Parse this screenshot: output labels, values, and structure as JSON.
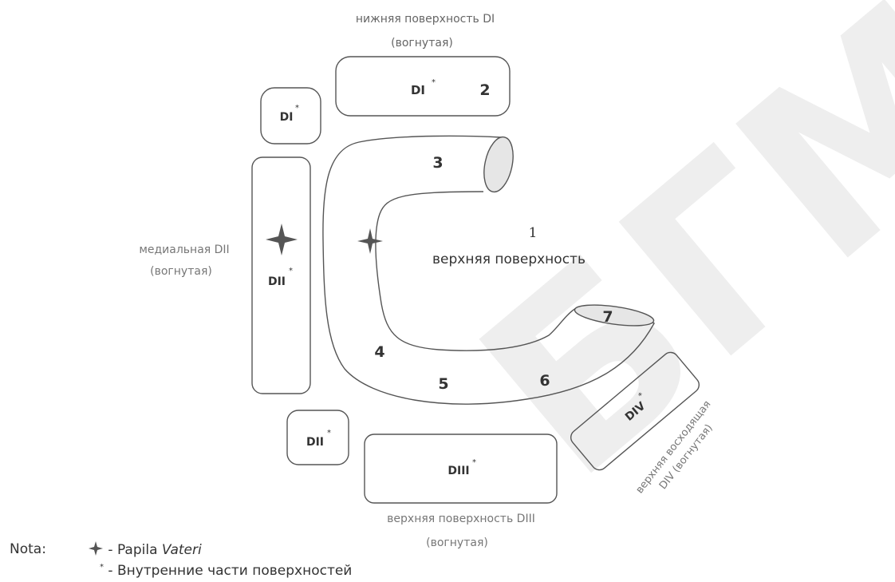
{
  "labels": {
    "inferior_title": "нижняя поверхность DI",
    "inferior_sub": "(вогнутая)",
    "medial_title": "медиальная DII",
    "medial_sub": "(вогнутая)",
    "superior_num": "1",
    "superior_title": "верхняя поверхность",
    "diii_title": "верхняя поверхность DIII",
    "diii_sub": "(вогнутая)",
    "div_title": "верхняя восходящая",
    "div_sub": "DIV (вогнутая)"
  },
  "boxes": {
    "di_top": "DI",
    "di_left": "DI",
    "dii_left": "DII",
    "dii_bottom": "DII",
    "diii": "DIII",
    "div": "DIV",
    "mark": "*"
  },
  "numbers": [
    "2",
    "3",
    "4",
    "5",
    "6",
    "7"
  ],
  "legend": {
    "nota": "Nota:",
    "papila_prefix": "- Papila ",
    "papila_italic": "Vateri",
    "inner_parts": "- Внутренние части поверхностей"
  },
  "watermark": "БГМУ",
  "colors": {
    "stroke": "#555555",
    "text": "#333333",
    "lumen": "#e6e6e6",
    "watermark": "#eeeeee"
  }
}
